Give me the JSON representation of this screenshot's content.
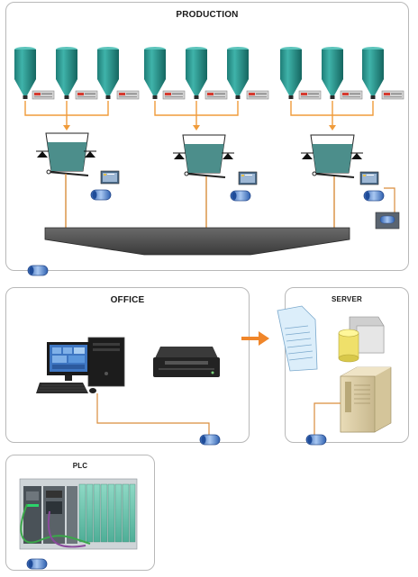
{
  "production": {
    "title": "PRODUCTION"
  },
  "office": {
    "title": "OFFICE"
  },
  "server": {
    "title": "SERVER"
  },
  "plc": {
    "title": "PLC"
  },
  "colors": {
    "silo": "#2a9a93",
    "silo_dark": "#186b66",
    "connector_orange": "#f09b3a",
    "cable": "#d98d3c",
    "arrow": "#f0862a",
    "tank_liquid": "#4c8e8b",
    "hopper": "#4e4e4e",
    "network_node": "#5c8fd6"
  },
  "icons": {
    "silo": "silo-icon",
    "scale_display": "scale-display-icon",
    "tank": "weighing-tank-icon",
    "network_node": "network-node-icon",
    "computer": "computer-icon",
    "printer": "printer-icon",
    "document": "document-icon",
    "database": "database-icon",
    "server": "server-icon",
    "plc": "plc-rack-icon"
  }
}
